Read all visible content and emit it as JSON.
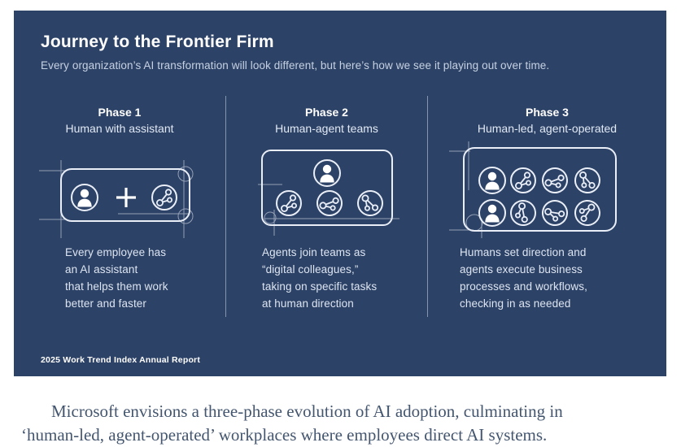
{
  "card": {
    "title": "Journey to the Frontier Firm",
    "subtitle": "Every organization’s AI transformation will look different, but here’s how we see it playing out over time.",
    "footer": "2025 Work Trend Index Annual Report",
    "background_color": "#2d4267",
    "divider_color": "#aebdd4",
    "sketch_stroke_color": "#e9eef7",
    "phases": [
      {
        "label": "Phase 1",
        "name": "Human with assistant",
        "description": "Every employee has\nan AI assistant\nthat helps them work\nbetter and faster",
        "icons": [
          "person-icon",
          "plus-sign",
          "agent-icon"
        ]
      },
      {
        "label": "Phase 2",
        "name": "Human-agent teams",
        "description": "Agents join teams as\n“digital colleagues,”\ntaking on specific tasks\nat human direction",
        "icons": [
          "person-icon",
          "agent-icon",
          "agent-icon",
          "agent-icon"
        ]
      },
      {
        "label": "Phase 3",
        "name": "Human-led, agent-operated",
        "description": "Humans set direction and\nagents execute business\nprocesses and workflows,\nchecking in as needed",
        "icons": [
          "person-icon",
          "agent-icon",
          "agent-icon",
          "agent-icon",
          "person-icon",
          "agent-icon",
          "agent-icon",
          "agent-icon"
        ]
      }
    ]
  },
  "caption": {
    "text": "Microsoft envisions a three-phase evolution of AI adoption, culminating in\n‘human-led, agent-operated’ workplaces where employees direct AI systems.",
    "text_color": "#44566f"
  }
}
